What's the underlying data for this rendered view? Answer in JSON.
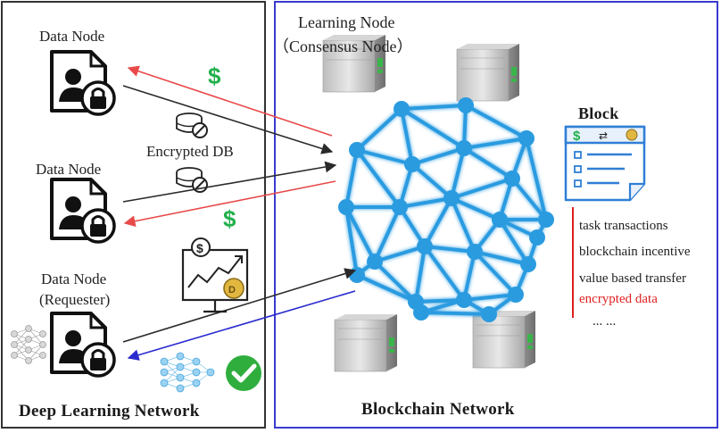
{
  "left_panel": {
    "title": "Deep Learning Network",
    "data_nodes": [
      {
        "label": "Data Node"
      },
      {
        "label": "Data Node"
      },
      {
        "label": "Data Node",
        "sublabel": "(Requester)"
      }
    ],
    "encrypted_db_label": "Encrypted DB"
  },
  "right_panel": {
    "title": "Blockchain Network",
    "learning_node_label_line1": "Learning Node",
    "learning_node_label_line2": "（Consensus Node）",
    "block": {
      "title": "Block",
      "items": [
        "task transactions",
        "blockchain incentive",
        "value based transfer",
        "encrypted data",
        "... ..."
      ],
      "highlight_item": "encrypted data"
    }
  },
  "icons": {
    "currency": "dollar-sign-icon",
    "database": "encrypted-db-icon",
    "server": "server-icon",
    "check": "check-circle-icon",
    "neural_net": "neural-network-icon",
    "chart": "price-chart-icon"
  },
  "colors": {
    "left_border": "#333333",
    "right_border": "#3a3ad0",
    "network": "#2b9be0",
    "dollar": "#22b04b",
    "red_arrow": "#e84a4a",
    "blue_arrow": "#2a2ad0",
    "dark_arrow": "#2a2a2a",
    "check": "#2fae3e",
    "highlight_text": "#e02020"
  }
}
